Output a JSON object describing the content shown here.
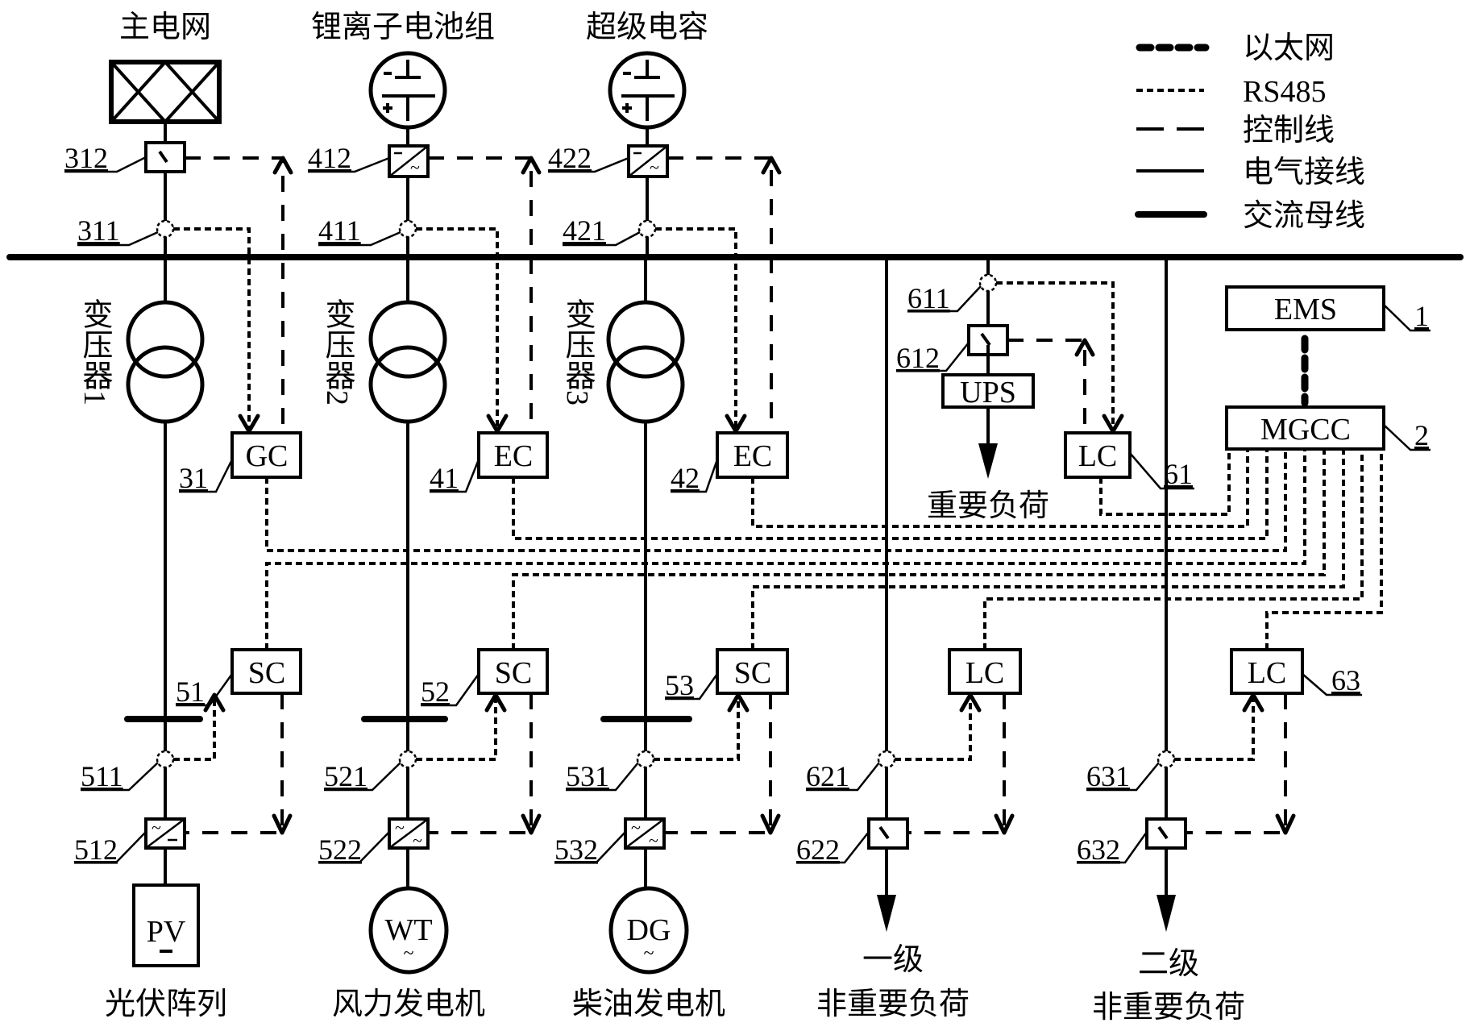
{
  "legend": {
    "items": [
      {
        "key": "ethernet",
        "label": "以太网"
      },
      {
        "key": "rs485",
        "label": "RS485"
      },
      {
        "key": "control",
        "label": "控制线"
      },
      {
        "key": "electrical",
        "label": "电气接线"
      },
      {
        "key": "ac_bus",
        "label": "交流母线"
      }
    ]
  },
  "sources": {
    "main_grid": {
      "label": "主电网",
      "switch_id": "312",
      "ct_id": "311"
    },
    "battery": {
      "label": "锂离子电池组",
      "converter_id": "412",
      "ct_id": "411"
    },
    "supercap": {
      "label": "超级电容",
      "converter_id": "422",
      "ct_id": "421"
    }
  },
  "transformers": [
    {
      "label": "变压器1"
    },
    {
      "label": "变压器2"
    },
    {
      "label": "变压器3"
    }
  ],
  "controllers": {
    "gc": {
      "label": "GC",
      "id": "31"
    },
    "ec1": {
      "label": "EC",
      "id": "41"
    },
    "ec2": {
      "label": "EC",
      "id": "42"
    },
    "sc1": {
      "label": "SC",
      "id": "51"
    },
    "sc2": {
      "label": "SC",
      "id": "52"
    },
    "sc3": {
      "label": "SC",
      "id": "53"
    },
    "lc1": {
      "label": "LC",
      "id": "61"
    },
    "lc2": {
      "label": "LC",
      "id": ""
    },
    "lc3": {
      "label": "LC",
      "id": "63"
    },
    "ems": {
      "label": "EMS",
      "id": "1"
    },
    "mgcc": {
      "label": "MGCC",
      "id": "2"
    }
  },
  "generators": [
    {
      "label": "光伏阵列",
      "symbol": "PV",
      "ct_id": "511",
      "converter_id": "512"
    },
    {
      "label": "风力发电机",
      "symbol": "WT",
      "ct_id": "521",
      "converter_id": "522"
    },
    {
      "label": "柴油发电机",
      "symbol": "DG",
      "ct_id": "531",
      "converter_id": "532"
    }
  ],
  "loads": {
    "critical": {
      "label": "重要负荷",
      "ups_label": "UPS",
      "ct_id": "611",
      "switch_id": "612"
    },
    "noncritical1": {
      "label_line1": "一级",
      "label_line2": "非重要负荷",
      "ct_id": "621",
      "switch_id": "622"
    },
    "noncritical2": {
      "label_line1": "二级",
      "label_line2": "非重要负荷",
      "ct_id": "631",
      "switch_id": "632"
    }
  },
  "symbols": {
    "tilde": "~",
    "minus": "−",
    "plus": "+"
  }
}
